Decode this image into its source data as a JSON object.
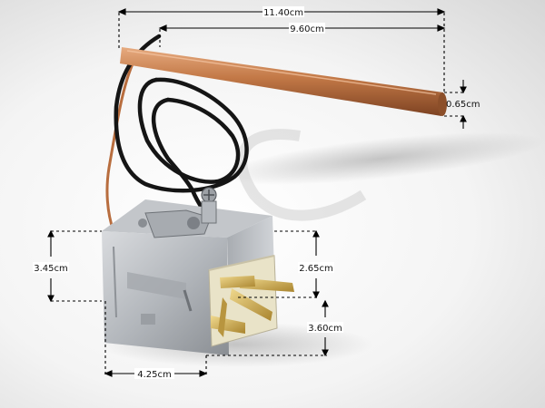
{
  "image": {
    "subject": "thermostat",
    "colors": {
      "copper": "#b86d3e",
      "copper_light": "#e7ab80",
      "metal": "#b9bcc0",
      "metal_dark": "#7d8187",
      "terminal_brass": "#d4b25a",
      "base": "#e9e3c8",
      "cable": "#151515",
      "dimension_line": "#000000"
    }
  },
  "dimensions": {
    "overall_length": "11.40cm",
    "bulb_length": "9.60cm",
    "bulb_diameter": "0.65cm",
    "body_height": "3.45cm",
    "terminal_height": "2.65cm",
    "lower_height": "3.60cm",
    "body_width": "4.25cm"
  }
}
